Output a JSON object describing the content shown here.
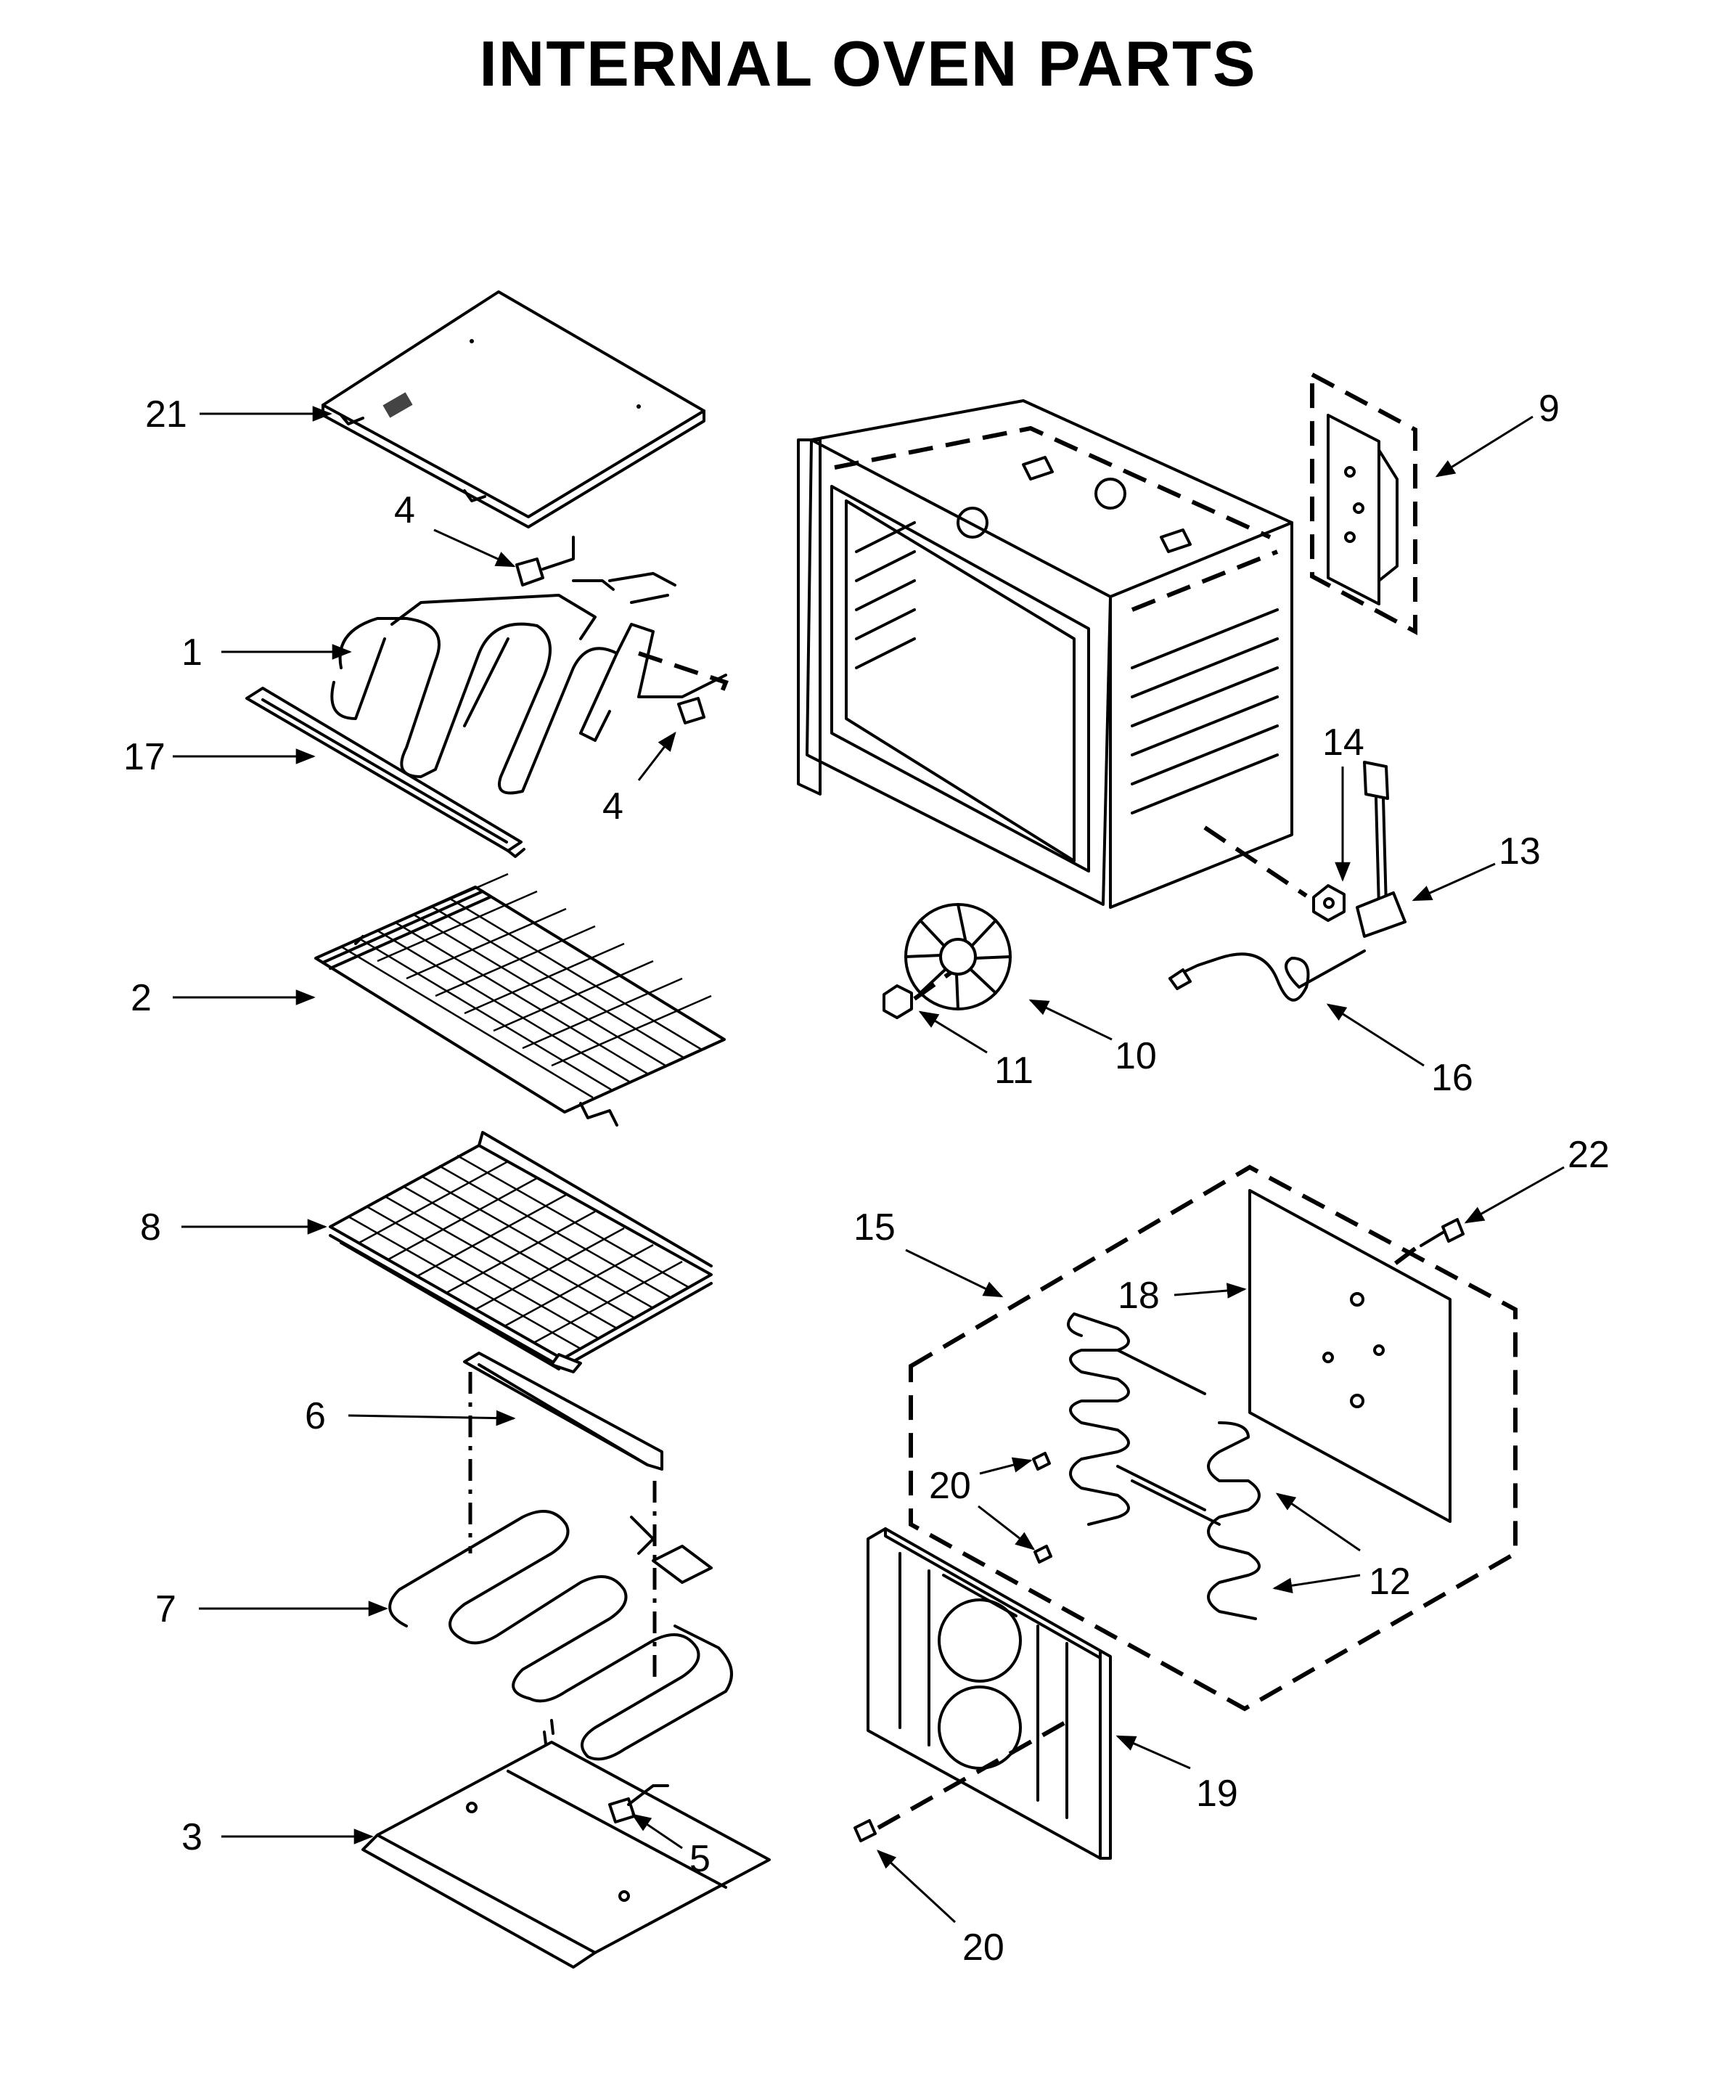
{
  "title": "INTERNAL OVEN PARTS",
  "callouts": {
    "c21": "21",
    "c4a": "4",
    "c1": "1",
    "c17": "17",
    "c4b": "4",
    "c2": "2",
    "c8": "8",
    "c6": "6",
    "c7": "7",
    "c3": "3",
    "c5": "5",
    "c9": "9",
    "c14": "14",
    "c13": "13",
    "c11": "11",
    "c10": "10",
    "c16": "16",
    "c22": "22",
    "c15": "15",
    "c18": "18",
    "c20a": "20",
    "c12": "12",
    "c19": "19",
    "c20b": "20"
  }
}
